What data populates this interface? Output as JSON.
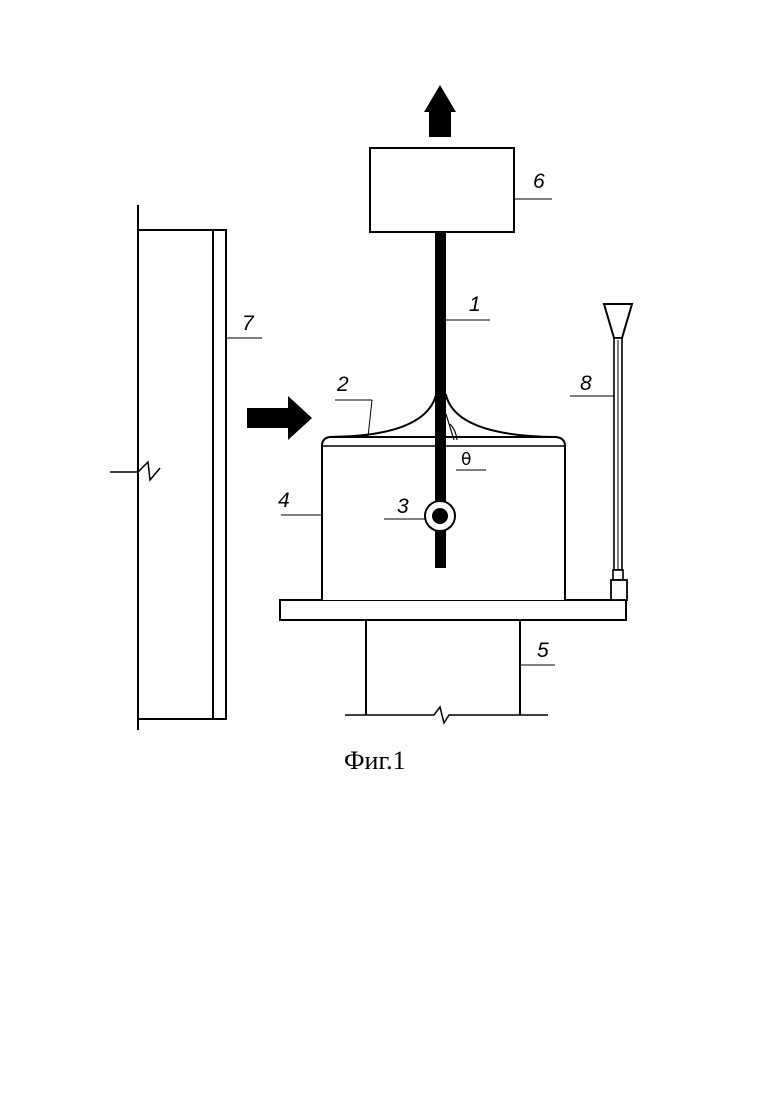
{
  "labels": {
    "probe_rod": "1",
    "meniscus": "2",
    "inclusion": "3",
    "vessel": "4",
    "support": "5",
    "upper_block": "6",
    "wall": "7",
    "nozzle": "8",
    "contact_angle": "θ"
  },
  "caption": "Фиг.1"
}
